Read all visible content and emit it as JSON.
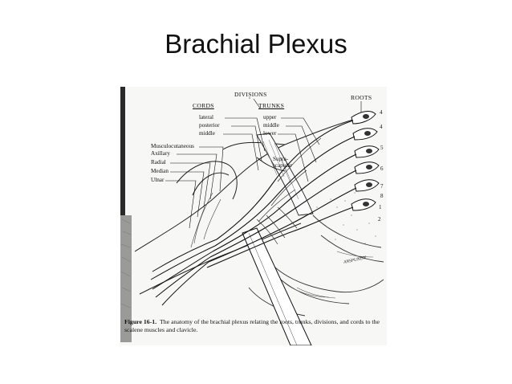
{
  "slide": {
    "title": "Brachial Plexus"
  },
  "figure": {
    "headers": {
      "divisions": "DIVISIONS",
      "roots": "ROOTS",
      "cords": "CORDS",
      "trunks": "TRUNKS"
    },
    "cords": [
      "lateral",
      "posterior",
      "middle"
    ],
    "trunks": [
      "upper",
      "middle",
      "lower"
    ],
    "nerves": [
      "Musculocutaneous",
      "Axillary",
      "Radial",
      "Median",
      "Ulnar"
    ],
    "suprascapular": [
      "Supra-",
      "scapular"
    ],
    "root_numbers": [
      "4",
      "5",
      "6",
      "7",
      "8",
      "1",
      "2"
    ],
    "top_root_number": "4",
    "artist_signature": "ANSPUNDN",
    "caption": {
      "label": "Figure 16-1.",
      "text": "The anatomy of the brachial plexus relating the roots, trunks, divisions, and cords to the scalene muscles and clavicle."
    }
  }
}
